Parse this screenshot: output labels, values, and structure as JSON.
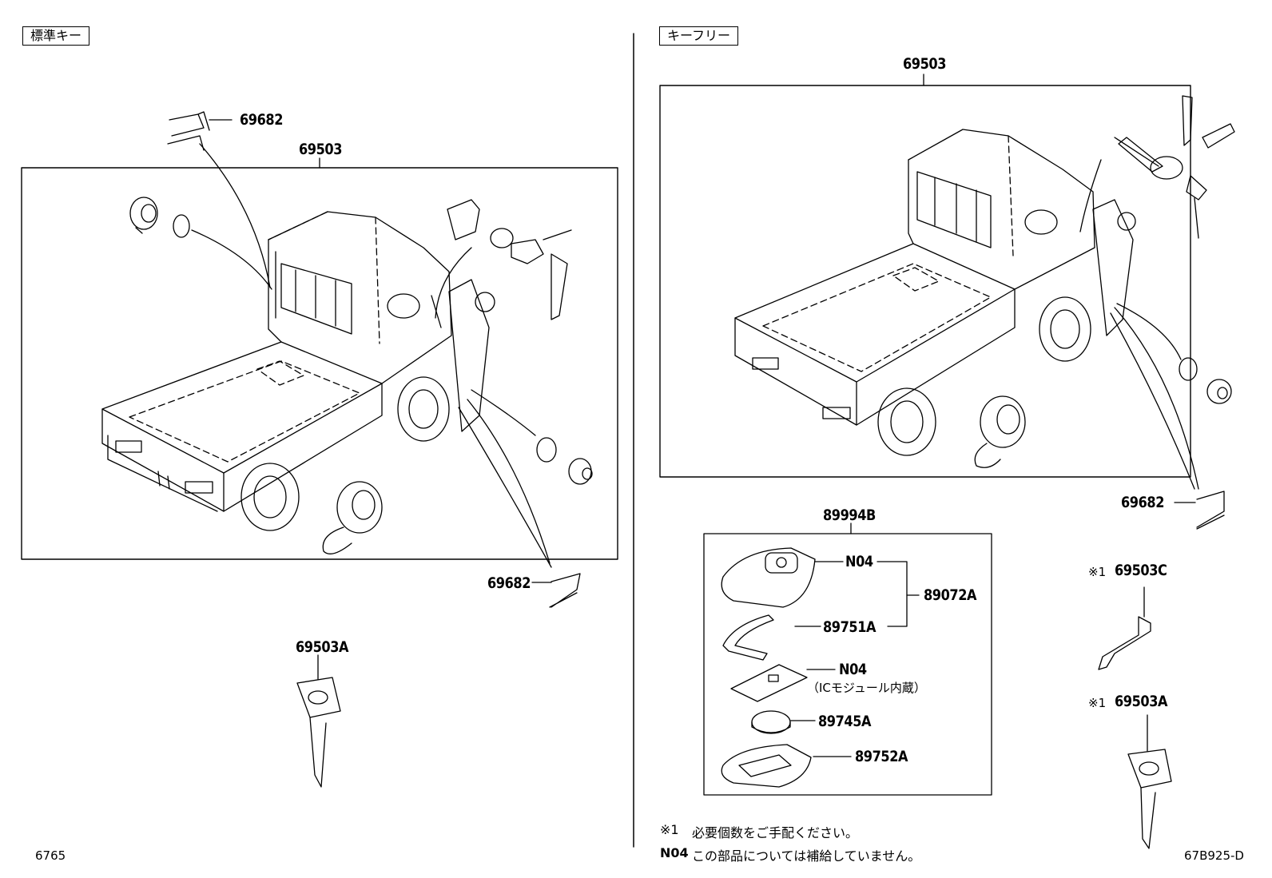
{
  "sections": {
    "standard_label": "標準キー",
    "keyfree_label": "キーフリー"
  },
  "left": {
    "p69682_top": "69682",
    "p69503": "69503",
    "p69682_bottom": "69682",
    "p69503A": "69503A"
  },
  "right": {
    "p69503": "69503",
    "p69682": "69682",
    "p89994B": "89994B",
    "pN04_a": "N04",
    "p89072A": "89072A",
    "p89751A": "89751A",
    "pN04_b": "N04",
    "ic_module": "（ICモジュール内蔵）",
    "p89745A": "89745A",
    "p89752A": "89752A",
    "p69503C": "69503C",
    "p69503A": "69503A",
    "mark1": "※1",
    "mark2": "※1"
  },
  "notes": {
    "n1_mark": "※1",
    "n1_text": "必要個数をご手配ください。",
    "n2_mark": "N04",
    "n2_text": "この部品については補給していません。"
  },
  "footer": {
    "left_code": "6765",
    "right_code": "67B925-D"
  }
}
